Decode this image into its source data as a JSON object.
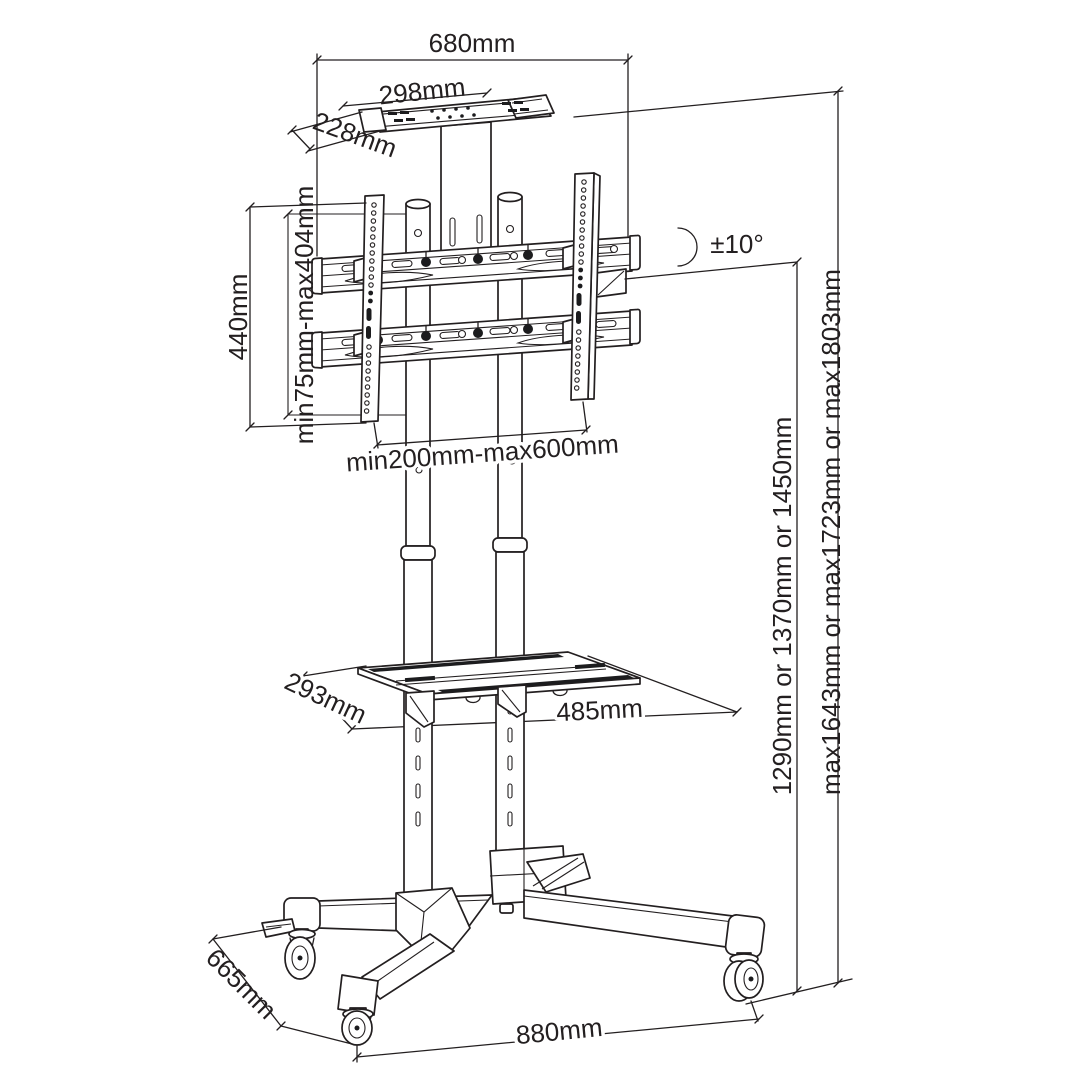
{
  "colors": {
    "line": "#231f20",
    "background": "#ffffff",
    "fill_dark": "#1c1c1e"
  },
  "drawing": {
    "dimensions": {
      "top_width": "680mm",
      "top_tray_width": "298mm",
      "top_tray_depth": "228mm",
      "bracket_height": "440mm",
      "vesa_height_range": "min75mm-max404mm",
      "vesa_width_range": "min200mm-max600mm",
      "tilt_range": "±10°",
      "column_height_options": "1290mm or 1370mm or 1450mm",
      "max_height_options": "max1643mm or max1723mm or max1803mm",
      "shelf_depth": "293mm",
      "shelf_width": "485mm",
      "base_depth": "665mm",
      "base_width": "880mm"
    }
  }
}
